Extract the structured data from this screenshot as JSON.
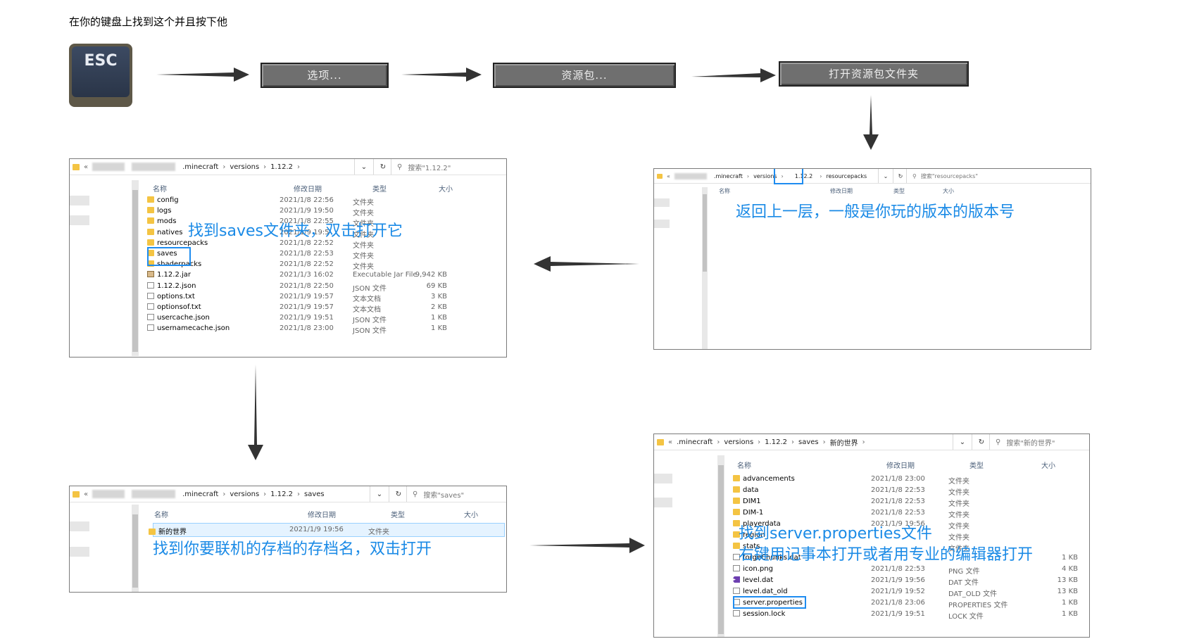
{
  "title": "在你的键盘上找到这个并且按下他",
  "esc_key": "ESC",
  "menu": {
    "options": "选项...",
    "resource_packs": "资源包...",
    "open_folder": "打开资源包文件夹"
  },
  "columns": {
    "name": "名称",
    "date": "修改日期",
    "type": "类型",
    "size": "大小"
  },
  "win1": {
    "path": [
      ".minecraft",
      "versions",
      "1.12.2"
    ],
    "search": "搜索\"1.12.2\"",
    "rows": [
      {
        "name": "config",
        "date": "2021/1/8 22:56",
        "type": "文件夹",
        "size": "",
        "icon": "folder"
      },
      {
        "name": "logs",
        "date": "2021/1/9 19:50",
        "type": "文件夹",
        "size": "",
        "icon": "folder"
      },
      {
        "name": "mods",
        "date": "2021/1/8 22:55",
        "type": "文件夹",
        "size": "",
        "icon": "folder"
      },
      {
        "name": "natives",
        "date": "2021/1/9 19:5",
        "type": "文件夹",
        "size": "",
        "icon": "folder"
      },
      {
        "name": "resourcepacks",
        "date": "2021/1/8 22:52",
        "type": "文件夹",
        "size": "",
        "icon": "folder"
      },
      {
        "name": "saves",
        "date": "2021/1/8 22:53",
        "type": "文件夹",
        "size": "",
        "icon": "folder"
      },
      {
        "name": "shaderpacks",
        "date": "2021/1/8 22:52",
        "type": "文件夹",
        "size": "",
        "icon": "folder"
      },
      {
        "name": "1.12.2.jar",
        "date": "2021/1/3 16:02",
        "type": "Executable Jar File",
        "size": "9,942 KB",
        "icon": "jar"
      },
      {
        "name": "1.12.2.json",
        "date": "2021/1/8 22:50",
        "type": "JSON 文件",
        "size": "69 KB",
        "icon": "file"
      },
      {
        "name": "options.txt",
        "date": "2021/1/9 19:57",
        "type": "文本文档",
        "size": "3 KB",
        "icon": "file"
      },
      {
        "name": "optionsof.txt",
        "date": "2021/1/9 19:57",
        "type": "文本文档",
        "size": "2 KB",
        "icon": "file"
      },
      {
        "name": "usercache.json",
        "date": "2021/1/9 19:51",
        "type": "JSON 文件",
        "size": "1 KB",
        "icon": "file"
      },
      {
        "name": "usernamecache.json",
        "date": "2021/1/8 23:00",
        "type": "JSON 文件",
        "size": "1 KB",
        "icon": "file"
      }
    ],
    "annotation": "找到saves文件夹，双击打开它"
  },
  "win2": {
    "path": [
      ".minecraft",
      "versions",
      "1.12.2",
      "resourcepacks"
    ],
    "search": "搜索\"resourcepacks\"",
    "annotation": "返回上一层，一般是你玩的版本的版本号"
  },
  "win3": {
    "path": [
      ".minecraft",
      "versions",
      "1.12.2",
      "saves"
    ],
    "search": "搜索\"saves\"",
    "rows": [
      {
        "name": "新的世界",
        "date": "2021/1/9 19:56",
        "type": "文件夹",
        "size": "",
        "icon": "folder"
      }
    ],
    "annotation": "找到你要联机的存档的存档名，双击打开"
  },
  "win4": {
    "path": [
      ".minecraft",
      "versions",
      "1.12.2",
      "saves",
      "新的世界"
    ],
    "search": "搜索\"新的世界\"",
    "rows": [
      {
        "name": "advancements",
        "date": "2021/1/8 23:00",
        "type": "文件夹",
        "size": "",
        "icon": "folder"
      },
      {
        "name": "data",
        "date": "2021/1/8 22:53",
        "type": "文件夹",
        "size": "",
        "icon": "folder"
      },
      {
        "name": "DIM1",
        "date": "2021/1/8 22:53",
        "type": "文件夹",
        "size": "",
        "icon": "folder"
      },
      {
        "name": "DIM-1",
        "date": "2021/1/8 22:53",
        "type": "文件夹",
        "size": "",
        "icon": "folder"
      },
      {
        "name": "playerdata",
        "date": "2021/1/9 19:56",
        "type": "文件夹",
        "size": "",
        "icon": "folder"
      },
      {
        "name": "region",
        "date": "",
        "type": "文件夹",
        "size": "",
        "icon": "folder"
      },
      {
        "name": "stats",
        "date": "",
        "type": "文件夹",
        "size": "",
        "icon": "folder"
      },
      {
        "name": "forgeChunks.dat",
        "date": "",
        "type": "",
        "size": "1 KB",
        "icon": "file"
      },
      {
        "name": "icon.png",
        "date": "2021/1/8 22:53",
        "type": "PNG 文件",
        "size": "4 KB",
        "icon": "file"
      },
      {
        "name": "level.dat",
        "date": "2021/1/9 19:56",
        "type": "DAT 文件",
        "size": "13 KB",
        "icon": "vs"
      },
      {
        "name": "level.dat_old",
        "date": "2021/1/9 19:52",
        "type": "DAT_OLD 文件",
        "size": "13 KB",
        "icon": "file"
      },
      {
        "name": "server.properties",
        "date": "2021/1/8 23:06",
        "type": "PROPERTIES 文件",
        "size": "1 KB",
        "icon": "file"
      },
      {
        "name": "session.lock",
        "date": "2021/1/9 19:51",
        "type": "LOCK 文件",
        "size": "1 KB",
        "icon": "file"
      }
    ],
    "annotation1": "找到server.properties文件",
    "annotation2": "右键用记事本打开或者用专业的编辑器打开"
  }
}
